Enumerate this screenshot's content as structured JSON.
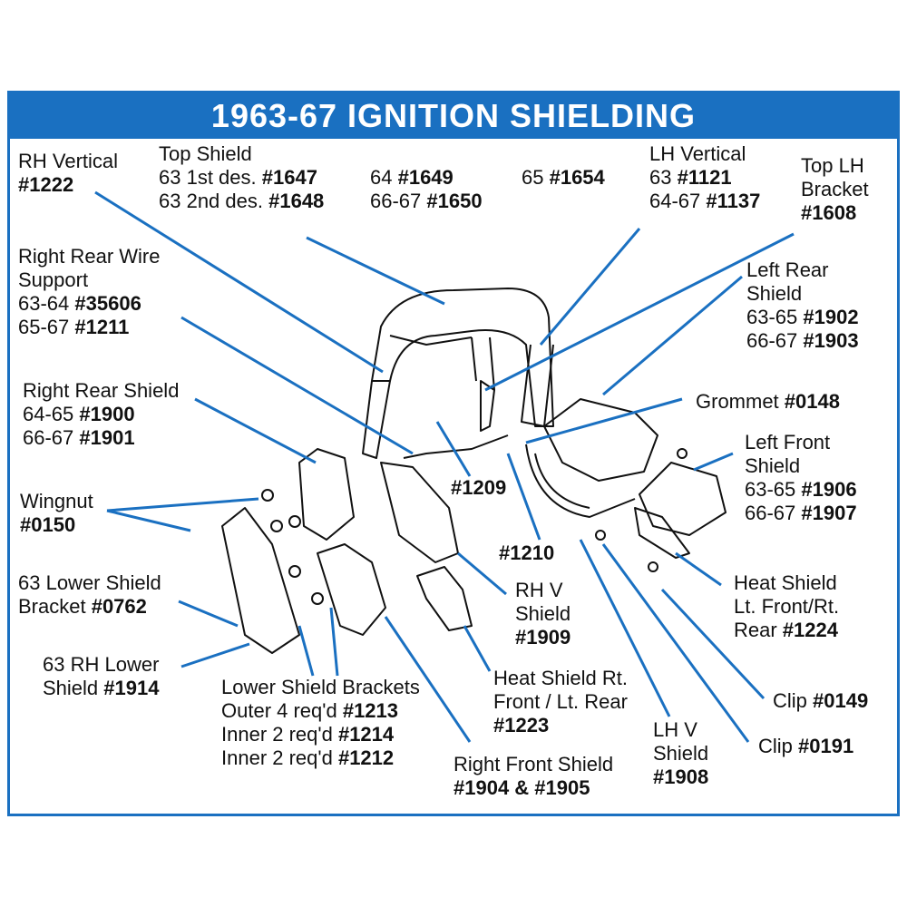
{
  "title": "1963-67 IGNITION SHIELDING",
  "colors": {
    "accent": "#1a70c1",
    "leader": "#1a70c1",
    "drawing": "#111111"
  },
  "labels": {
    "rh_vertical": {
      "name": "RH Vertical",
      "part": "#1222"
    },
    "top_shield": {
      "name": "Top Shield",
      "l1_pre": "63 1st des. ",
      "l1_part": "#1647",
      "l2_pre": "63 2nd des. ",
      "l2_part": "#1648",
      "c2_l1_pre": "64 ",
      "c2_l1_part": "#1649",
      "c2_l2_pre": "66-67 ",
      "c2_l2_part": "#1650",
      "c3_pre": "65 ",
      "c3_part": "#1654"
    },
    "lh_vertical": {
      "name": "LH Vertical",
      "l1_pre": "63 ",
      "l1_part": "#1121",
      "l2_pre": "64-67 ",
      "l2_part": "#1137"
    },
    "top_lh_bracket": {
      "name1": "Top LH",
      "name2": "Bracket",
      "part": "#1608"
    },
    "right_rear_wire_support": {
      "name1": "Right Rear Wire",
      "name2": "Support",
      "l1_pre": "63-64 ",
      "l1_part": "#35606",
      "l2_pre": "65-67 ",
      "l2_part": "#1211"
    },
    "left_rear_shield": {
      "name1": "Left Rear",
      "name2": "Shield",
      "l1_pre": "63-65 ",
      "l1_part": "#1902",
      "l2_pre": "66-67 ",
      "l2_part": "#1903"
    },
    "right_rear_shield": {
      "name": "Right Rear Shield",
      "l1_pre": "64-65 ",
      "l1_part": "#1900",
      "l2_pre": "66-67 ",
      "l2_part": "#1901"
    },
    "grommet": {
      "pre": "Grommet ",
      "part": "#0148"
    },
    "left_front_shield": {
      "name1": "Left Front",
      "name2": "Shield",
      "l1_pre": "63-65 ",
      "l1_part": "#1906",
      "l2_pre": "66-67 ",
      "l2_part": "#1907"
    },
    "wingnut": {
      "name": "Wingnut",
      "part": "#0150"
    },
    "part_1209": {
      "part": "#1209"
    },
    "part_1210": {
      "part": "#1210"
    },
    "lower_shield_bracket_63": {
      "name": "63 Lower Shield",
      "l2_pre": "Bracket ",
      "part": "#0762"
    },
    "rh_v_shield": {
      "name1": "RH V",
      "name2": "Shield",
      "part": "#1909"
    },
    "heat_shield_lt_front": {
      "name1": "Heat Shield",
      "name2": "Lt. Front/Rt.",
      "l3_pre": "Rear ",
      "part": "#1224"
    },
    "rh_lower_shield_63": {
      "name": "63 RH Lower",
      "l2_pre": "Shield ",
      "part": "#1914"
    },
    "lower_shield_brackets": {
      "name": "Lower Shield Brackets",
      "l1_pre": "Outer 4 req'd ",
      "l1_part": "#1213",
      "l2_pre": "Inner 2 req'd ",
      "l2_part": "#1214",
      "l3_pre": "Inner 2 req'd ",
      "l3_part": "#1212"
    },
    "heat_shield_rt_front": {
      "name1": "Heat Shield Rt.",
      "name2": "Front / Lt. Rear",
      "part": "#1223"
    },
    "clip_0149": {
      "pre": "Clip ",
      "part": "#0149"
    },
    "lh_v_shield": {
      "name1": "LH V",
      "name2": "Shield",
      "part": "#1908"
    },
    "clip_0191": {
      "pre": "Clip ",
      "part": "#0191"
    },
    "right_front_shield": {
      "part": "#1904 & #1905",
      "name": "Right Front Shield"
    }
  }
}
